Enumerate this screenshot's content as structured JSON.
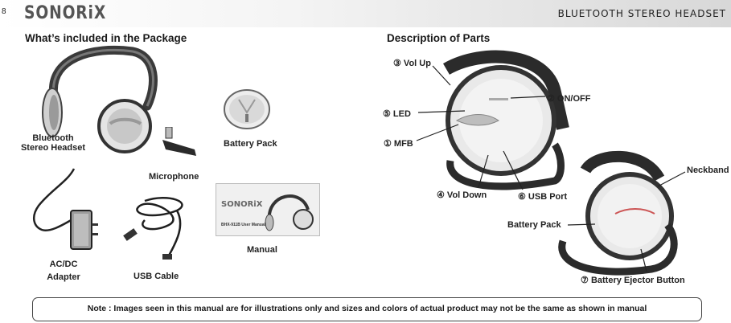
{
  "header": {
    "page_number": "8",
    "logo_text": "SONORiX",
    "title": "BLUETOOTH STEREO HEADSET"
  },
  "package": {
    "title": "What’s included in the Package",
    "items": {
      "headset_line1": "Bluetooth",
      "headset_line2": "Stereo Headset",
      "battery_pack": "Battery Pack",
      "microphone": "Microphone",
      "adapter_line1": "AC/DC",
      "adapter_line2": "Adapter",
      "usb_cable": "USB Cable",
      "manual": "Manual"
    },
    "manual_cover": {
      "brand": "SONORiX",
      "model": "BHX-911B User Manual"
    }
  },
  "parts": {
    "title": "Description of Parts",
    "labels": {
      "vol_up": "③ Vol Up",
      "on_off": "② ON/OFF",
      "led": "⑤ LED",
      "mfb": "① MFB",
      "vol_down": "④ Vol Down",
      "usb_port": "⑥ USB Port",
      "neckband": "Neckband",
      "battery_pack": "Battery Pack",
      "battery_ejector": "Battery Ejector Button",
      "battery_ejector_marker": "⑦"
    }
  },
  "note": "Note : Images seen in this manual are for illustrations only and sizes and colors of actual product may not be the same as shown in manual"
}
